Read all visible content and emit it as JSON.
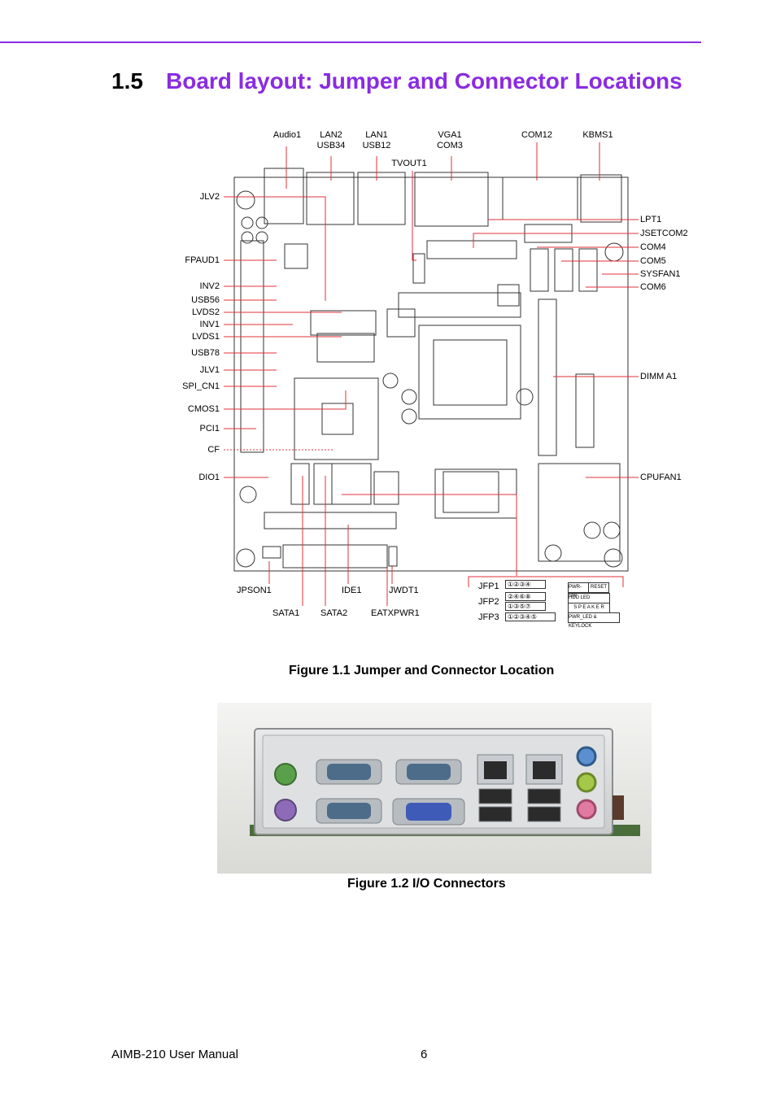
{
  "section": {
    "number": "1.5",
    "title": "Board layout: Jumper and Connector Locations"
  },
  "board_labels": {
    "top": [
      {
        "text": "Audio1"
      },
      {
        "text": "LAN2\nUSB34"
      },
      {
        "text": "LAN1\nUSB12"
      },
      {
        "text": "VGA1\nCOM3"
      },
      {
        "text": "COM12"
      },
      {
        "text": "KBMS1"
      },
      {
        "text": "TVOUT1"
      }
    ],
    "left": [
      "JLV2",
      "FPAUD1",
      "INV2",
      "USB56",
      "LVDS2",
      "INV1",
      "LVDS1",
      "USB78",
      "JLV1",
      "SPI_CN1",
      "CMOS1",
      "PCI1",
      "CF",
      "DIO1"
    ],
    "right": [
      "LPT1",
      "JSETCOM2",
      "COM4",
      "COM5",
      "SYSFAN1",
      "COM6",
      "DIMM A1",
      "CPUFAN1"
    ],
    "bottom": [
      "JPSON1",
      "IDE1",
      "JWDT1",
      "SATA1",
      "SATA2",
      "EATXPWR1"
    ],
    "jfp": [
      "JFP1",
      "JFP2",
      "JFP3"
    ]
  },
  "jfp_pins": {
    "row1": "①②③④",
    "row2": "②④⑥⑧",
    "row3": "①③⑤⑦",
    "row4": "①②③④⑤"
  },
  "jfp_functions": [
    "PWR-SW",
    "RESET",
    "HDD LED",
    "S P E A K E R",
    "PWR_LED & KEYLOCK"
  ],
  "figure1_caption": "Figure 1.1 Jumper and Connector Location",
  "figure2_caption": "Figure 1.2 I/O Connectors",
  "footer": {
    "manual": "AIMB-210 User Manual",
    "page": "6"
  },
  "colors": {
    "accent": "#8a2be2",
    "leader": "#e0303a"
  }
}
